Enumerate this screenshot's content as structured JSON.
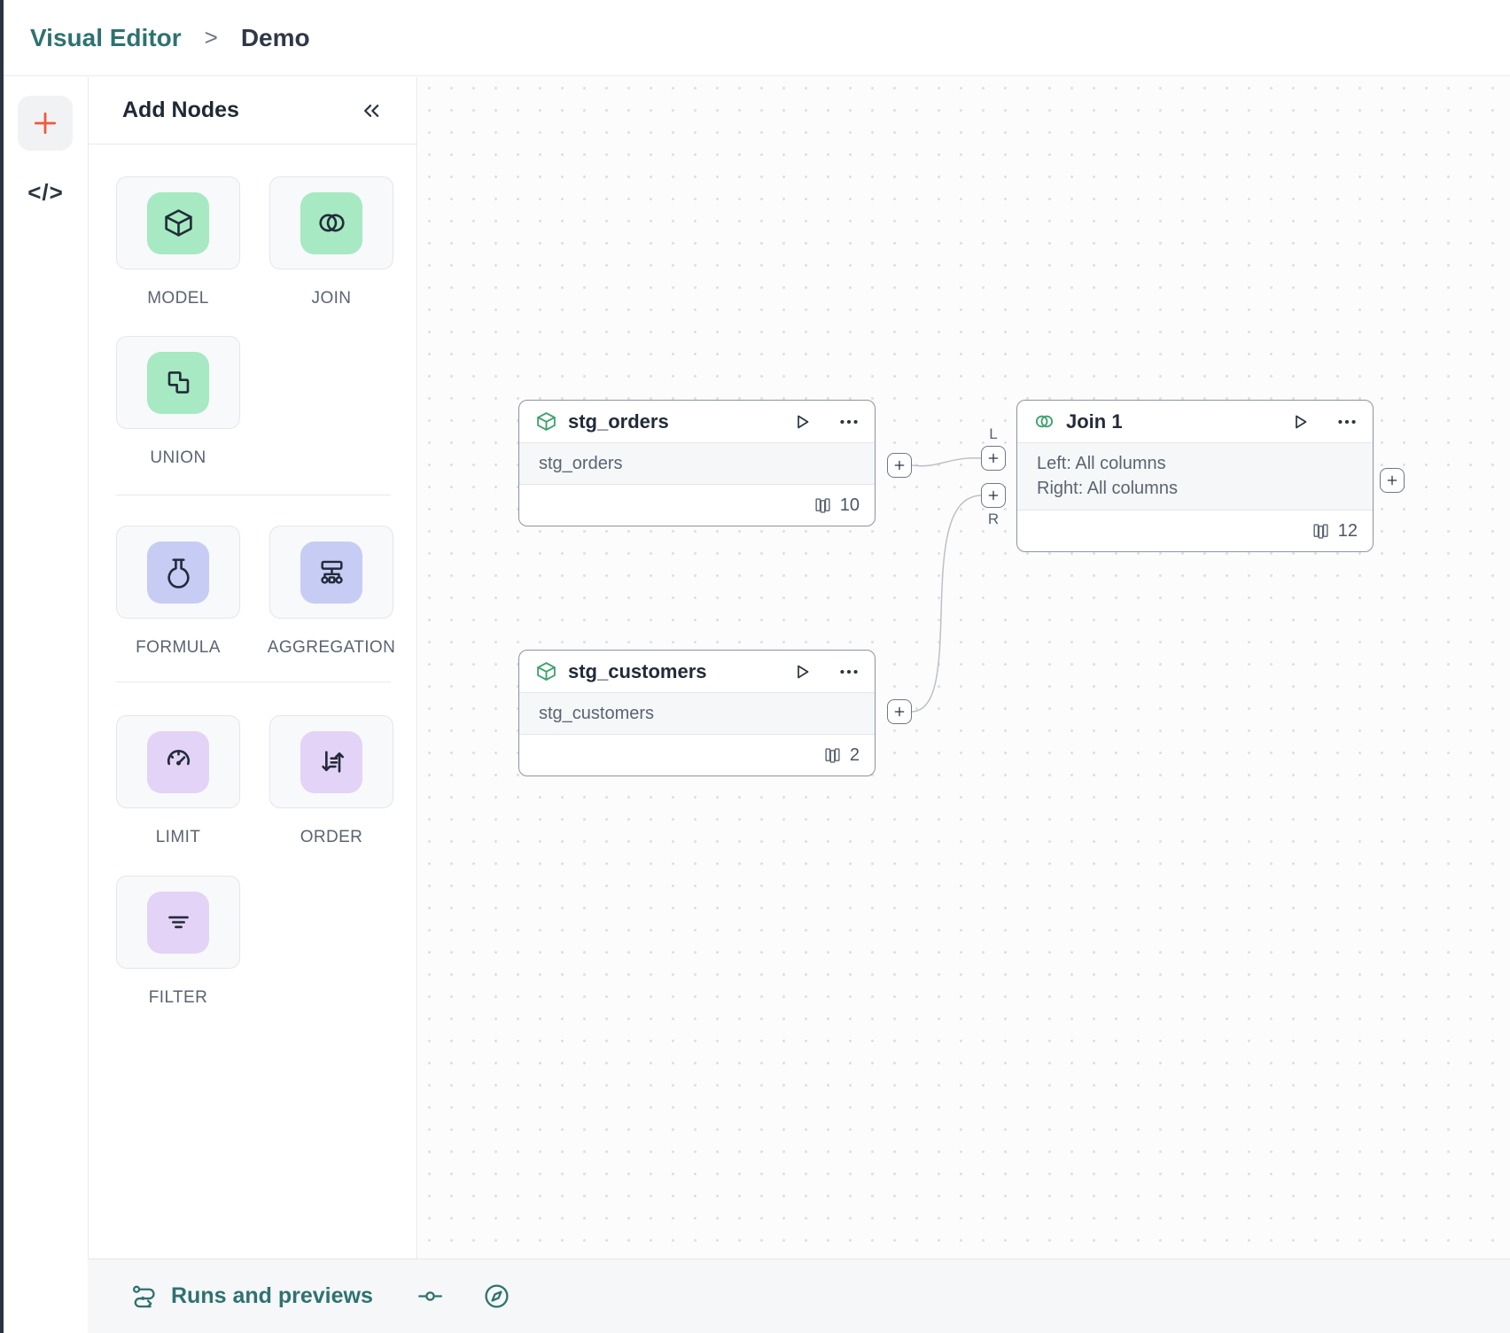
{
  "colors": {
    "teal": "#2E7270",
    "orange": "#EE5A3A",
    "green": "#A6E9C2",
    "blue": "#C6CCF4",
    "purple": "#E3D3F7",
    "dark": "#232B3A",
    "gray": "#5B6472",
    "nodegreen": "#3FA26F",
    "edge": "#BCC0C7"
  },
  "header": {
    "breadcrumb_root": "Visual Editor",
    "separator": ">",
    "breadcrumb_current": "Demo"
  },
  "left_rail": {
    "code_label": "</>"
  },
  "panel": {
    "title": "Add Nodes",
    "sections": [
      {
        "items": [
          {
            "label": "MODEL",
            "icon": "cube-icon"
          },
          {
            "label": "JOIN",
            "icon": "venn-icon"
          },
          {
            "label": "UNION",
            "icon": "union-icon"
          }
        ]
      },
      {
        "items": [
          {
            "label": "FORMULA",
            "icon": "flask-icon"
          },
          {
            "label": "AGGREGATION",
            "icon": "aggregation-icon"
          }
        ]
      },
      {
        "items": [
          {
            "label": "LIMIT",
            "icon": "gauge-icon"
          },
          {
            "label": "ORDER",
            "icon": "sort-icon"
          },
          {
            "label": "FILTER",
            "icon": "filter-icon"
          }
        ]
      }
    ]
  },
  "canvas": {
    "nodes": [
      {
        "id": "stg_orders",
        "title": "stg_orders",
        "icon": "cube-icon",
        "body_lines": [
          "stg_orders"
        ],
        "column_count": "10"
      },
      {
        "id": "join1",
        "title": "Join 1",
        "icon": "venn-icon",
        "body_lines": [
          "Left: All columns",
          "Right: All columns"
        ],
        "column_count": "12",
        "ports": {
          "left": "L",
          "right": "R"
        }
      },
      {
        "id": "stg_customers",
        "title": "stg_customers",
        "icon": "cube-icon",
        "body_lines": [
          "stg_customers"
        ],
        "column_count": "2"
      }
    ]
  },
  "bottom_bar": {
    "runs_label": "Runs and previews"
  }
}
